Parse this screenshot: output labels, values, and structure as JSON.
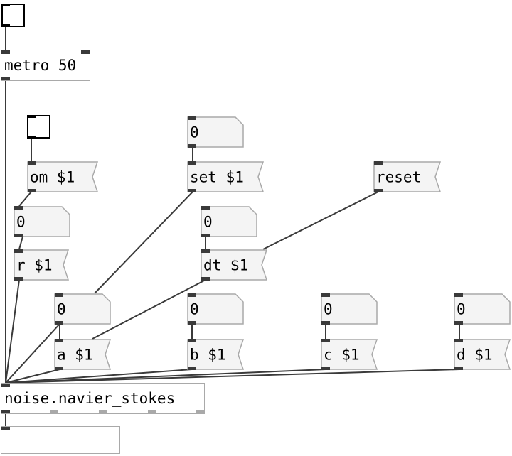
{
  "patch": {
    "metro": "metro 50",
    "om_msg": "om $1",
    "set_msg": "set $1",
    "reset_msg": "reset",
    "r_msg": "r $1",
    "dt_msg": "dt $1",
    "a_msg": "a $1",
    "b_msg": "b $1",
    "c_msg": "c $1",
    "d_msg": "d $1",
    "object": "noise.navier_stokes",
    "numbers": {
      "set": "0",
      "r": "0",
      "dt": "0",
      "a": "0",
      "b": "0",
      "c": "0",
      "d": "0"
    }
  },
  "colors": {
    "wire": "#3a3a3a",
    "box_border": "#a9a9a9",
    "box_fill": "#f4f4f4"
  }
}
